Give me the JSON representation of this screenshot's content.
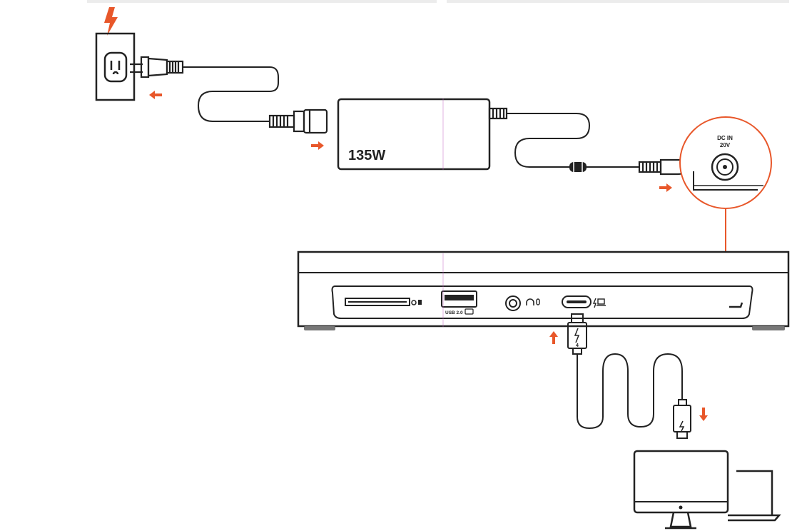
{
  "colors": {
    "line": "#222222",
    "accent": "#e8572a",
    "header_bar": "#ececec",
    "dock_body": "#ffffff",
    "foot": "#777777"
  },
  "icons": [
    "lightning-icon",
    "wall-outlet-icon",
    "arrow-left-icon",
    "arrow-right-icon",
    "arrow-up-icon",
    "arrow-down-icon",
    "thunderbolt-icon",
    "headphone-icon",
    "microphone-icon",
    "laptop-icon",
    "sd-card-icon",
    "battery-charge-icon",
    "monitor-icon"
  ],
  "adapter": {
    "wattage": "135W"
  },
  "dc_port": {
    "label_line1": "DC IN",
    "label_line2": "20V"
  },
  "dock": {
    "usb_label": "USB 2.0",
    "tb_cable_number": "4"
  }
}
